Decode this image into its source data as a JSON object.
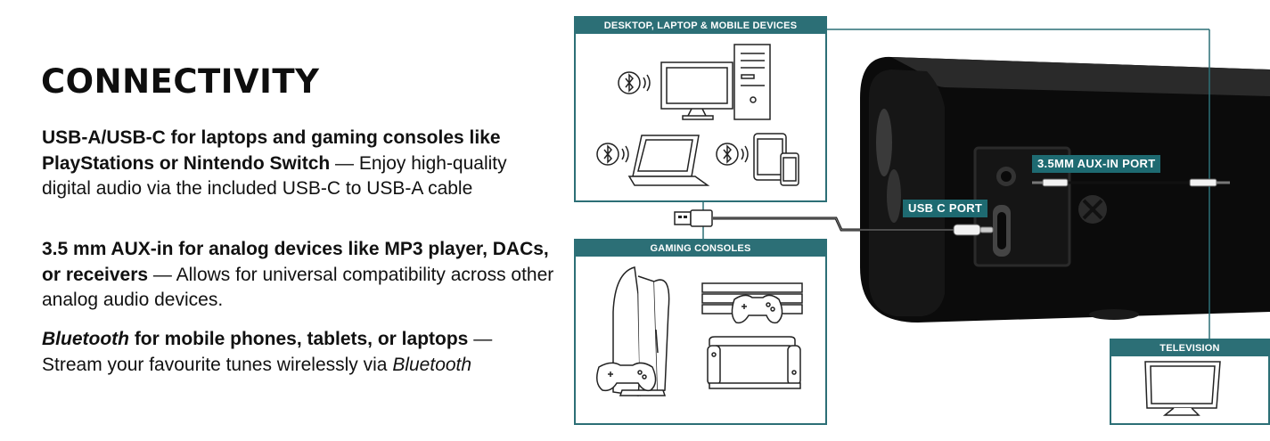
{
  "heading": "CONNECTIVITY",
  "paragraphs": {
    "p1": {
      "bold": "USB-A/USB-C for laptops and gaming consoles like PlayStations or Nintendo Switch",
      "rest": " — Enjoy high-quality digital audio via the included USB-C to USB-A cable"
    },
    "p2": {
      "bold": "3.5 mm AUX-in for analog devices like MP3 player, DACs, or receivers",
      "rest": " — Allows for universal compatibility across other analog audio devices."
    },
    "p3": {
      "bold_italic": "Bluetooth",
      "bold": " for mobile phones, tablets, or laptops",
      "rest": " — Stream your favourite tunes wirelessly via ",
      "italic_end": "Bluetooth"
    }
  },
  "boxes": {
    "devices": "DESKTOP, LAPTOP & MOBILE DEVICES",
    "consoles": "GAMING CONSOLES",
    "tv": "TELEVISION"
  },
  "ports": {
    "aux": "3.5MM AUX-IN PORT",
    "usbc": "USB C PORT"
  },
  "colors": {
    "accent": "#2c6f76",
    "soundbar": "#0b0b0b"
  },
  "icons": [
    "bluetooth-icon",
    "desktop-computer-icon",
    "laptop-icon",
    "tablet-icon",
    "phone-icon",
    "usb-a-plug-icon",
    "ps5-console-icon",
    "gamepad-icon",
    "switch-console-icon",
    "television-icon",
    "soundbar-image"
  ]
}
